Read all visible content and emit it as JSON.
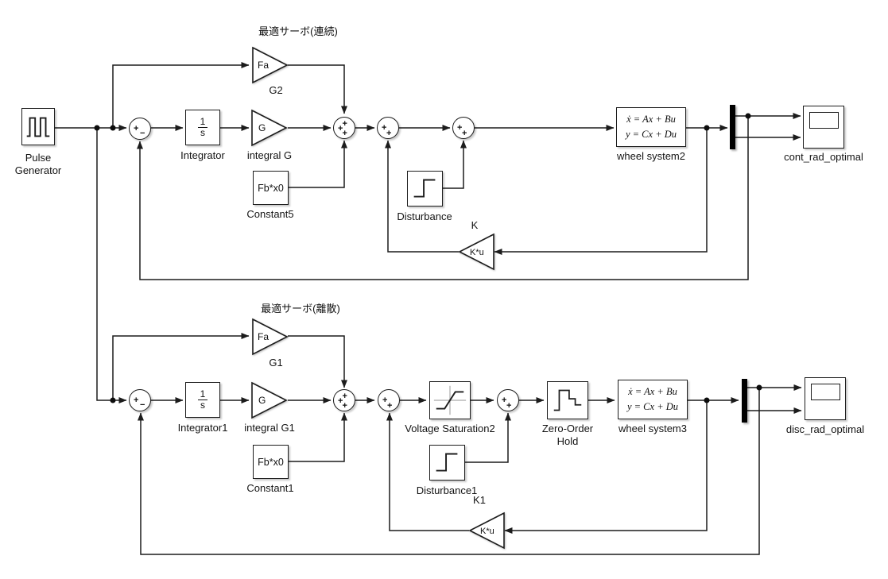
{
  "signs": {
    "plus": "+",
    "minus": "−"
  },
  "pulse_generator": {
    "label": "Pulse\nGenerator"
  },
  "top_system": {
    "title": "最適サーボ(連続)",
    "integrator": {
      "numerator": "1",
      "denominator": "s",
      "label": "Integrator"
    },
    "integral_gain": {
      "value": "G",
      "label": "integral G"
    },
    "feedforward_gain": {
      "value": "Fa",
      "label": "G2"
    },
    "constant": {
      "value": "Fb*x0",
      "label": "Constant5"
    },
    "disturbance": {
      "label": "Disturbance"
    },
    "state_space": {
      "line1": "ẋ = Ax + Bu",
      "line2": "y = Cx + Du",
      "label": "wheel system2"
    },
    "scope": {
      "label": "cont_rad_optimal"
    },
    "feedback_gain": {
      "value": "K*u",
      "label": "K"
    }
  },
  "bottom_system": {
    "title": "最適サーボ(離散)",
    "integrator": {
      "numerator": "1",
      "denominator": "s",
      "label": "Integrator1"
    },
    "integral_gain": {
      "value": "G",
      "label": "integral G1"
    },
    "feedforward_gain": {
      "value": "Fa",
      "label": "G1"
    },
    "constant": {
      "value": "Fb*x0",
      "label": "Constant1"
    },
    "saturation": {
      "label": "Voltage Saturation2"
    },
    "disturbance": {
      "label": "Disturbance1"
    },
    "zoh": {
      "label": "Zero-Order\nHold"
    },
    "state_space": {
      "line1": "ẋ = Ax + Bu",
      "line2": "y = Cx + Du",
      "label": "wheel system3"
    },
    "scope": {
      "label": "disc_rad_optimal"
    },
    "feedback_gain": {
      "value": "K*u",
      "label": "K1"
    }
  }
}
